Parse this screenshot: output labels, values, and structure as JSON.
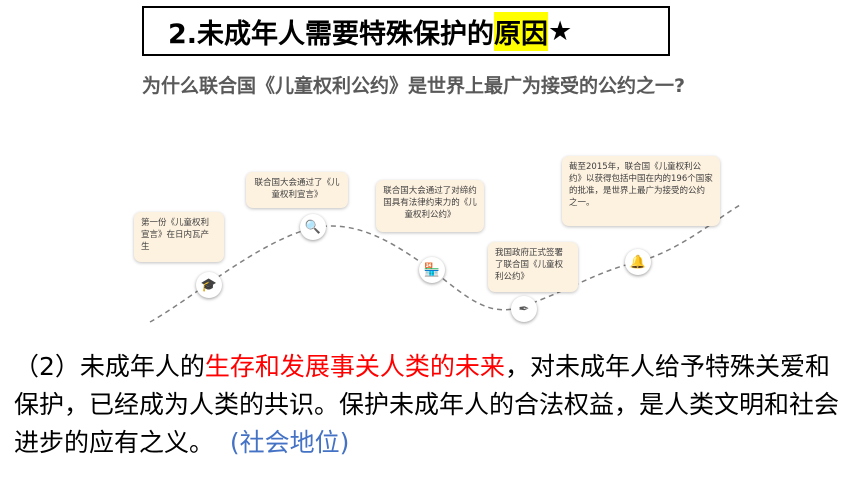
{
  "title": {
    "prefix": "2.未成年人需要特殊保护的",
    "highlight": "原因",
    "star": "★"
  },
  "question": "为什么联合国《儿童权利公约》是世界上最广为接受的公约之一?",
  "timeline": [
    {
      "text": "第一份《儿童权利宣言》在日内瓦产生",
      "icon": "graduation-cap-icon",
      "glyph": "🎓"
    },
    {
      "text": "联合国大会通过了《儿童权利宣言》",
      "icon": "magnifier-icon",
      "glyph": "🔍"
    },
    {
      "text": "联合国大会通过了对缔约国具有法律约束力的《儿童权利公约》",
      "icon": "shop-icon",
      "glyph": "🏪"
    },
    {
      "text": "我国政府正式签署了联合国《儿童权利公约》",
      "icon": "pen-nib-icon",
      "glyph": "✒"
    },
    {
      "text": "截至2015年，联合国《儿童权利公约》以获得包括中国在内的196个国家的批准，是世界上最广为接受的公约之一。",
      "icon": "bell-icon",
      "glyph": "🔔"
    }
  ],
  "paragraph": {
    "part1": "（2）未成年人的",
    "red": "生存和发展事关人类的未来",
    "part2": "，对未成年人给予特殊关爱和保护，已经成为人类的共识。保护未成年人的合法权益，是人类文明和社会进步的应有之义。",
    "blue": "(社会地位)"
  },
  "colors": {
    "highlight": "#ffff00",
    "red_text": "#ff0000",
    "blue_text": "#4472c4",
    "card_bg": "#fdf1df"
  }
}
